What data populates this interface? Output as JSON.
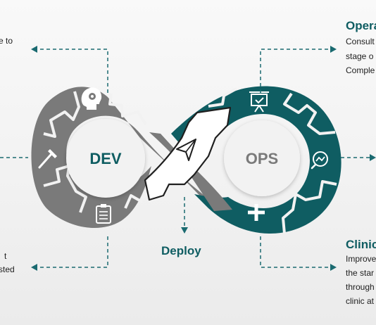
{
  "dev_label": "DEV",
  "ops_label": "OPS",
  "deploy_label": "Deploy",
  "left_top_text": "e to",
  "left_bottom_text": [
    "t",
    "sted"
  ],
  "operate": {
    "heading": "Opera",
    "lines": [
      "Consult",
      "stage o",
      "Comple"
    ]
  },
  "clinic": {
    "heading": "Clinic",
    "lines": [
      "Improve",
      "the star",
      "through",
      "clinic at"
    ]
  },
  "icons": {
    "dev": [
      "brain-gear-icon",
      "hammer-icon",
      "clipboard-checklist-icon"
    ],
    "ops": [
      "presentation-board-icon",
      "magnifier-chart-icon",
      "plus-icon"
    ],
    "center": "paper-plane-icon"
  },
  "colors": {
    "dev": "#7a7a7a",
    "ops": "#0f5d62",
    "accent": "#1a6a70",
    "text": "#1d1d1d"
  }
}
